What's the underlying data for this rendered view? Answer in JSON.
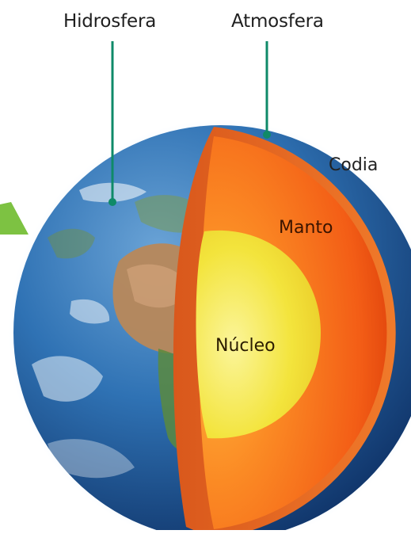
{
  "labels": {
    "hidrosfera": "Hidrosfera",
    "atmosfera": "Atmosfera",
    "codia": "Codia",
    "manto": "Manto",
    "nucleo": "Núcleo"
  },
  "colors": {
    "leader_line": "#0f8a68",
    "ocean": "#2f72b4",
    "land": "#b38a5a",
    "mantle": "#f05a14",
    "crust": "#f2561a",
    "core": "#f2e23a",
    "arrow": "#7dc242",
    "atmosphere_glow": "#cfe7ff"
  },
  "icons": {
    "arrow": "green-triangle-icon"
  }
}
